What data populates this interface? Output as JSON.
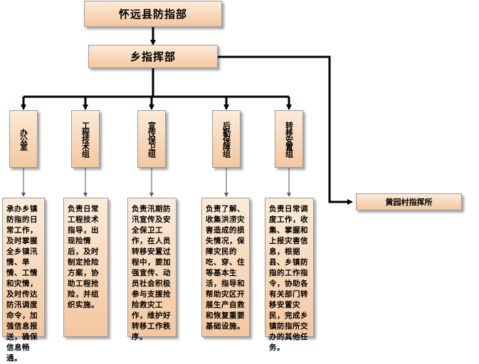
{
  "county": "怀远县防指部",
  "township": "乡指挥部",
  "groups": [
    {
      "name": "办公室",
      "desc": "承办乡镇防指的日常工作，及时掌握全乡镇汛情、旱情、工情和灾情，及时传达防汛调度命令，加强信息报送，确保信息畅通。"
    },
    {
      "name": "工程技术组",
      "desc": "负责日常工程技术指导，出现险情后，及时制定抢险方案，协助工程抢险，并组织实施。"
    },
    {
      "name": "宣传保卫组",
      "desc": "负责汛期防汛宣传及安全保卫工作，在人员转移安置过程中，要加强宣传、动员社会积极参与支援抢险救灾工作，维护好转移工作秩序。"
    },
    {
      "name": "后勤保障组",
      "desc": "负责了解、收集洪涝灾害造成的损失情况，保障灾民的吃、穿、住等基本生活，指导和帮助灾区开展生产自救和恢复重要基础设施。"
    },
    {
      "name": "转移安置组",
      "desc": "负责日常调度工作，收集、掌握和上报灾害信息，根据县、乡镇防指的工作指令，协助各有关部门转移安置灾民，完成乡镇防指所交办的其他任务。"
    }
  ],
  "village": "黄园村指挥所"
}
